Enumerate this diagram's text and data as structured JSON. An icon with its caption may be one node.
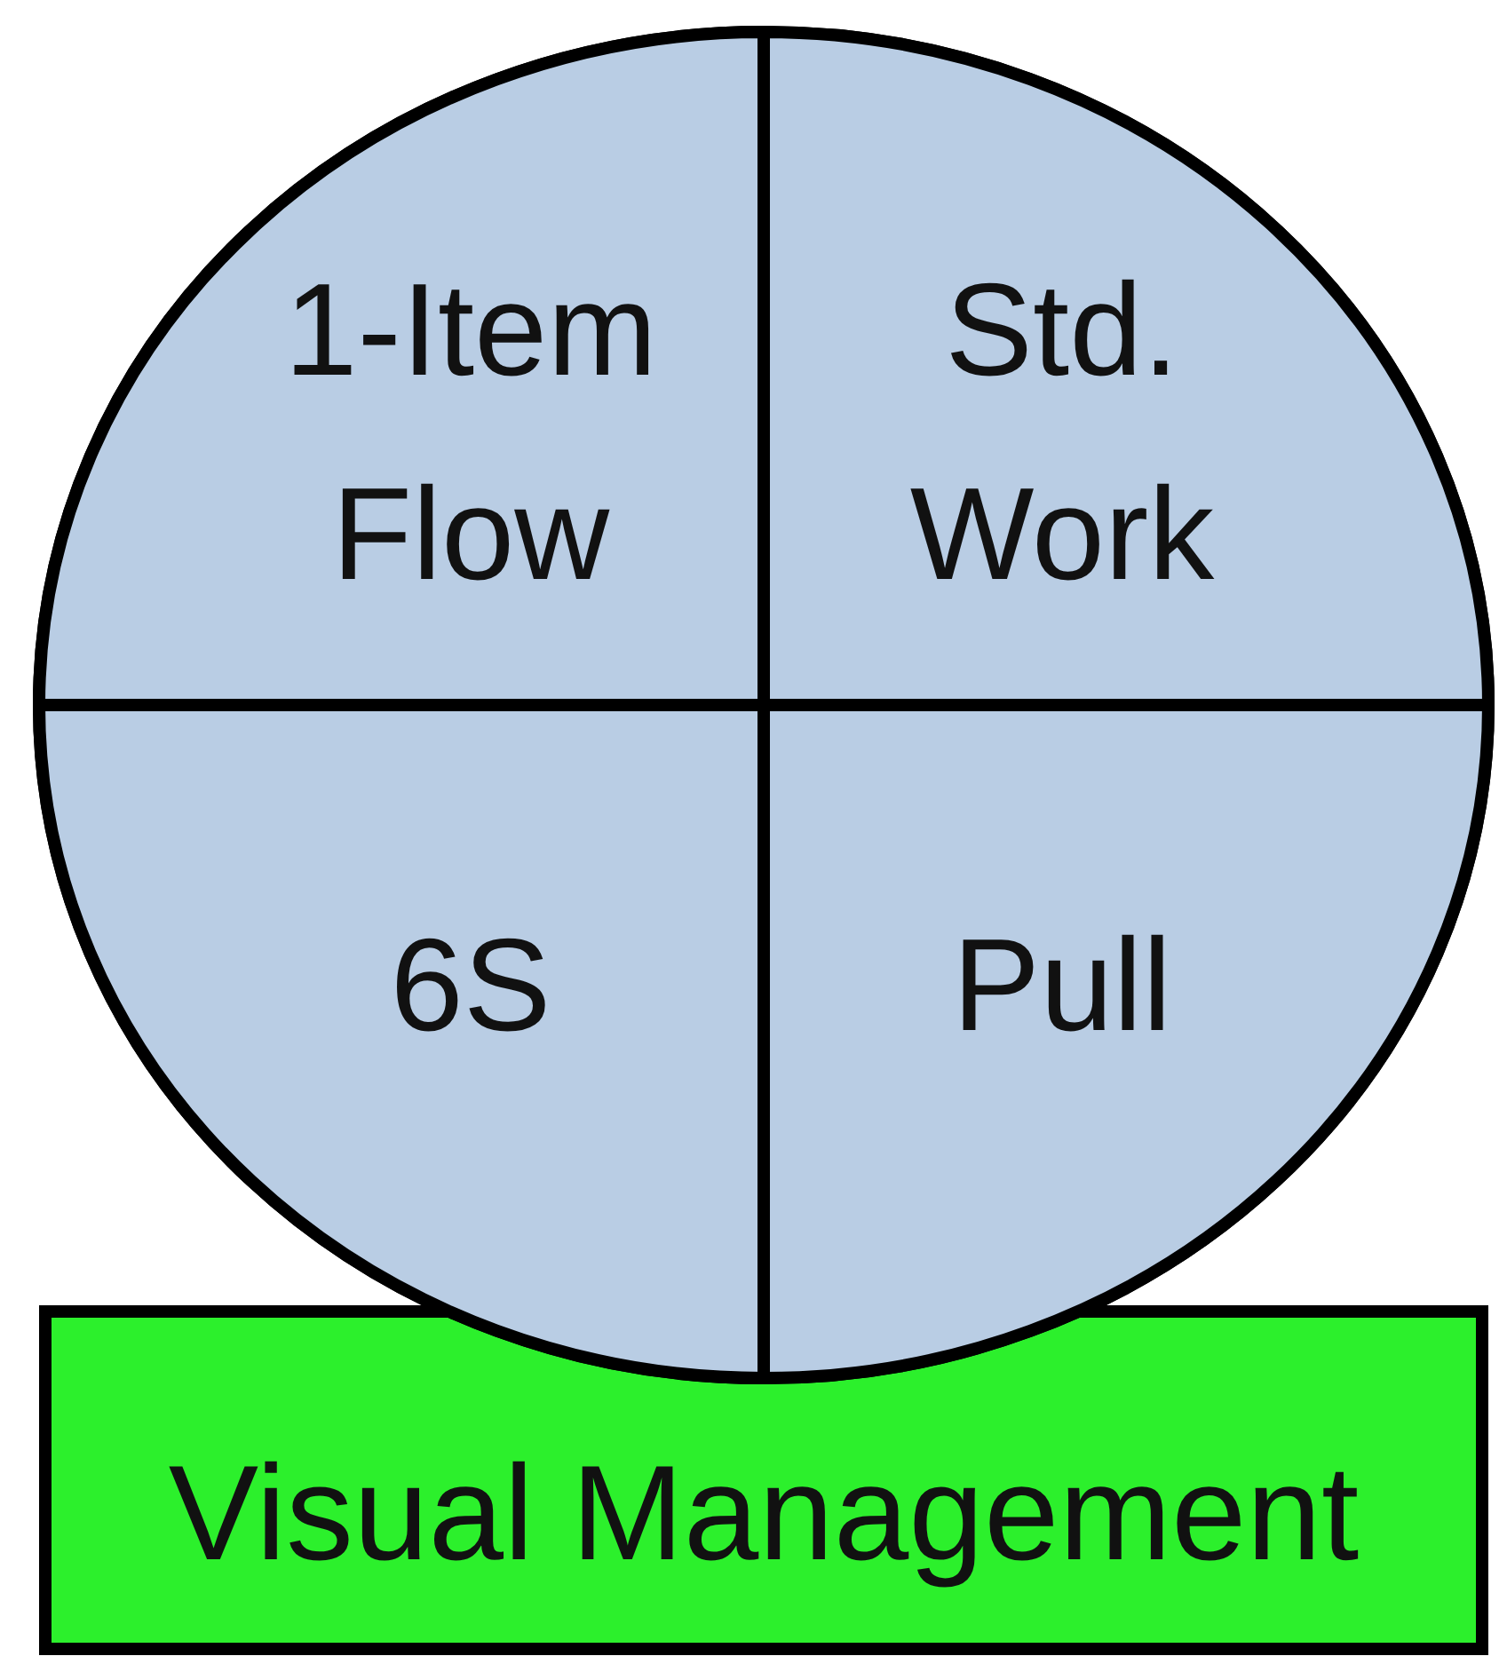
{
  "diagram": {
    "nodes": [
      {
        "text": [],
        "shape": "circle"
      },
      {
        "text": [
          "1-Item Flow"
        ],
        "in": 0
      },
      {
        "text": [
          "Std. Work"
        ],
        "in": 0
      },
      {
        "text": [
          "6S"
        ],
        "in": 0
      },
      {
        "text": [
          "Pull"
        ],
        "in": 0
      },
      {
        "text": [
          "Visual Management"
        ]
      }
    ]
  }
}
